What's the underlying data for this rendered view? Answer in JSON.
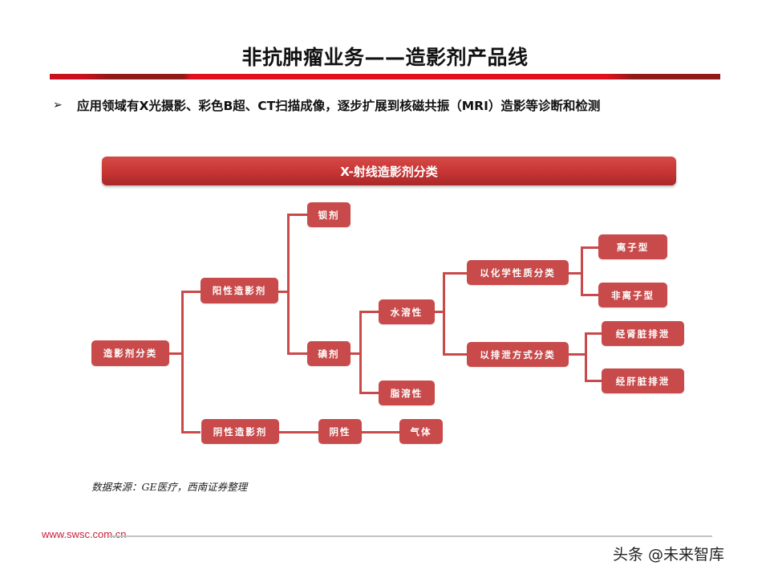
{
  "header": {
    "title": "非抗肿瘤业务——造影剂产品线"
  },
  "bullet": {
    "icon": "arrow-right-icon",
    "glyph": "➢",
    "text": "应用领域有X光摄影、彩色B超、CT扫描成像，逐步扩展到核磁共振（MRI）造影等诊断和检测"
  },
  "banner": {
    "label": "X-射线造影剂分类"
  },
  "diagram": {
    "root": "造影剂分类",
    "positive": "阳性造影剂",
    "barium": "钡剂",
    "iodine": "碘剂",
    "water_soluble": "水溶性",
    "fat_soluble": "脂溶性",
    "by_chemical": "以化学性质分类",
    "ionic": "离子型",
    "nonionic": "非离子型",
    "by_excretion": "以排泄方式分类",
    "renal": "经肾脏排泄",
    "hepatic": "经肝脏排泄",
    "negative": "阴性造影剂",
    "negative_type": "阴性",
    "gas": "气体"
  },
  "colors": {
    "node": "#c84a4a",
    "accent_red": "#e0101e",
    "dark_red": "#8f1a1a"
  },
  "source": "数据来源：GE医疗，西南证券整理",
  "footer": {
    "url": "www.swsc.com.cn",
    "watermark": "头条 @未来智库"
  }
}
